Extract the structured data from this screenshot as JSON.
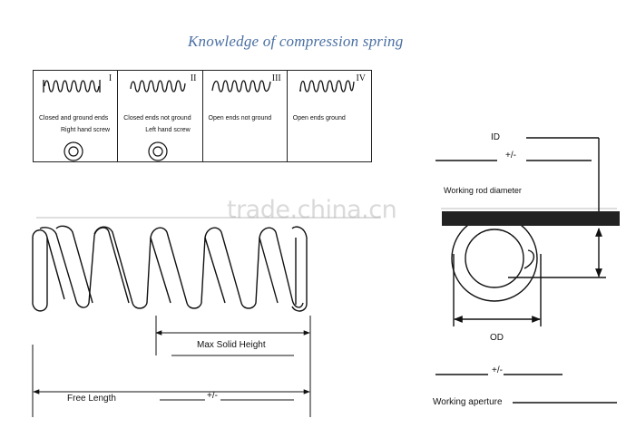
{
  "title": "Knowledge of compression spring",
  "spring_types": [
    {
      "numeral": "I",
      "end_label": "Closed and ground ends",
      "hand_label": "Right hand screw"
    },
    {
      "numeral": "II",
      "end_label": "Closed ends not ground",
      "hand_label": "Left hand screw"
    },
    {
      "numeral": "III",
      "end_label": "Open ends not ground",
      "hand_label": ""
    },
    {
      "numeral": "IV",
      "end_label": "Open ends ground",
      "hand_label": ""
    }
  ],
  "labels": {
    "max_solid_height": "Max Solid Height",
    "free_length": "Free Length",
    "tolerance": "+/-",
    "id": "ID",
    "working_rod_diameter": "Working rod diameter",
    "od": "OD",
    "working_aperture": "Working aperture"
  },
  "watermark": "trade.china.cn",
  "colors": {
    "title": "#4a6fa3",
    "line": "#111111"
  }
}
